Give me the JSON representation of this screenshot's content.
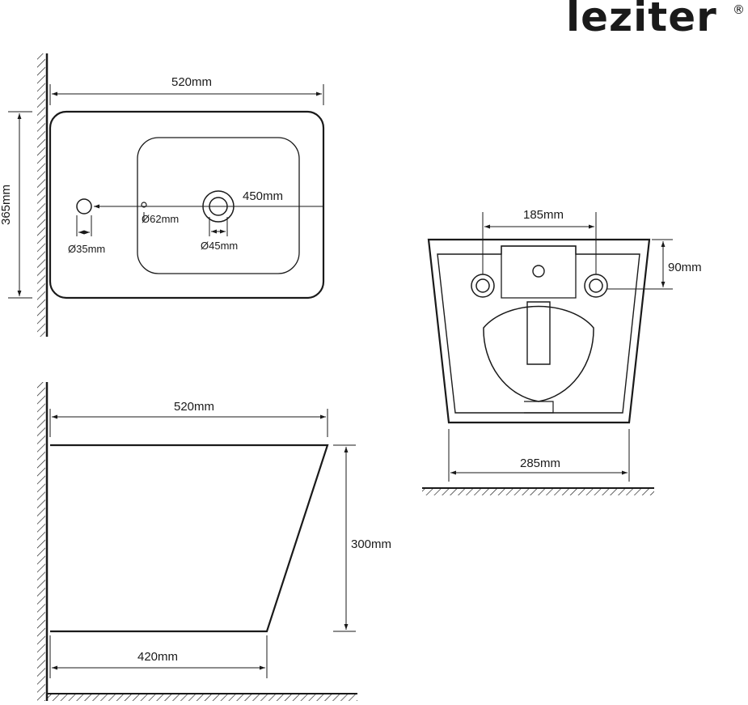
{
  "brand": {
    "name": "leziter",
    "registered_mark": "®"
  },
  "top_view": {
    "width_label": "520mm",
    "depth_label": "365mm",
    "hole_spacing_label": "450mm",
    "small_hole_label": "Ø35mm",
    "tiny_hole_label": "Ø62mm",
    "drain_label": "Ø45mm"
  },
  "side_view": {
    "top_length_label": "520mm",
    "height_label": "300mm",
    "bottom_length_label": "420mm"
  },
  "rear_view": {
    "bolt_spacing_label": "185mm",
    "bolt_height_label": "90mm",
    "base_width_label": "285mm"
  },
  "colors": {
    "ink": "#1a1a1a",
    "background": "#ffffff"
  }
}
